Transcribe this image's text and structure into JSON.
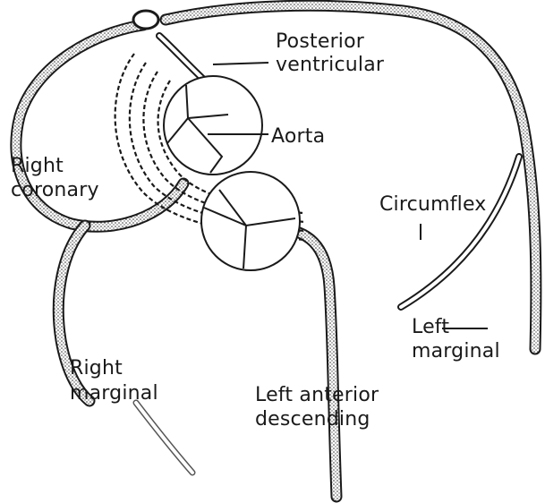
{
  "diagram": {
    "labels": {
      "posterior_ventricular_line1": "Posterior",
      "posterior_ventricular_line2": "ventricular",
      "aorta": "Aorta",
      "right_coronary_line1": "Right",
      "right_coronary_line2": "coronary",
      "circumflex": "Circumflex",
      "left_marginal_line1": "Left",
      "left_marginal_line2": "marginal",
      "right_marginal_line1": "Right",
      "right_marginal_line2": "marginal",
      "left_anterior_descending_line1": "Left anterior",
      "left_anterior_descending_line2": "descending"
    }
  }
}
